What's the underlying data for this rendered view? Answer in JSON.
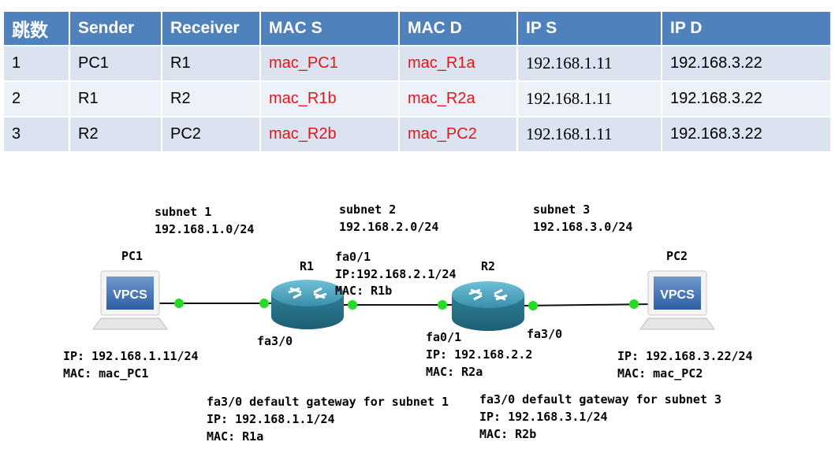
{
  "table": {
    "headers": [
      "跳数",
      "Sender",
      "Receiver",
      "MAC S",
      "MAC D",
      "IP S",
      "IP D"
    ],
    "rows": [
      [
        "1",
        "PC1",
        "R1",
        "mac_PC1",
        "mac_R1a",
        "192.168.1.11",
        "192.168.3.22"
      ],
      [
        "2",
        "R1",
        "R2",
        "mac_R1b",
        "mac_R2a",
        "192.168.1.11",
        "192.168.3.22"
      ],
      [
        "3",
        "R2",
        "PC2",
        "mac_R2b",
        "mac_PC2",
        "192.168.1.11",
        "192.168.3.22"
      ]
    ]
  },
  "colors": {
    "header_bg": "#4f81bd",
    "row_a": "#dbe3f0",
    "row_b": "#edf1f8",
    "mac_text": "#e8141b",
    "link_dot": "#22dd22",
    "router": "#3a8fa8"
  },
  "diagram": {
    "subnet1": {
      "name": "subnet 1",
      "cidr": "192.168.1.0/24"
    },
    "subnet2": {
      "name": "subnet 2",
      "cidr": "192.168.2.0/24"
    },
    "subnet3": {
      "name": "subnet 3",
      "cidr": "192.168.3.0/24"
    },
    "pc1": {
      "name": "PC1",
      "screen": "VPCS",
      "ip": "IP: 192.168.1.11/24",
      "mac": "MAC: mac_PC1"
    },
    "pc2": {
      "name": "PC2",
      "screen": "VPCS",
      "ip": "IP: 192.168.3.22/24",
      "mac": "MAC: mac_PC2"
    },
    "r1": {
      "name": "R1",
      "fa01": "fa0/1",
      "fa01_ip": "IP:192.168.2.1/24",
      "fa01_mac": "MAC: R1b",
      "fa30": "fa3/0"
    },
    "r2": {
      "name": "R2",
      "fa01": "fa0/1",
      "fa01_ip": "IP: 192.168.2.2",
      "fa01_mac": "MAC: R2a",
      "fa30": "fa3/0"
    },
    "gw1": {
      "title": "fa3/0 default gateway for subnet 1",
      "ip": "IP: 192.168.1.1/24",
      "mac": "MAC: R1a"
    },
    "gw3": {
      "title": "fa3/0 default gateway for subnet 3",
      "ip": "IP: 192.168.3.1/24",
      "mac": "MAC: R2b"
    }
  }
}
